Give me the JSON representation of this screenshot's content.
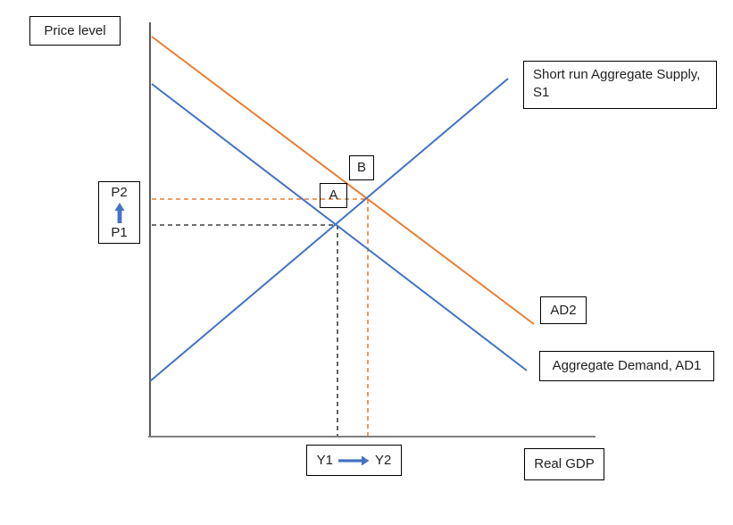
{
  "diagram": {
    "y_axis_label": "Price level",
    "x_axis_label": "Real GDP",
    "curves": {
      "sras_label": "Short run Aggregate Supply, S1",
      "ad2_label": "AD2",
      "ad1_label": "Aggregate Demand, AD1"
    },
    "points": {
      "a": "A",
      "b": "B"
    },
    "price_labels": {
      "p2": "P2",
      "p1": "P1"
    },
    "output_labels": {
      "y1": "Y1",
      "y2": "Y2"
    },
    "colors": {
      "blue": "#4472C4",
      "orange": "#ED7D31",
      "dash_dark": "#404040",
      "axis_y": "#595959",
      "axis_x": "#7f7f7f"
    }
  }
}
